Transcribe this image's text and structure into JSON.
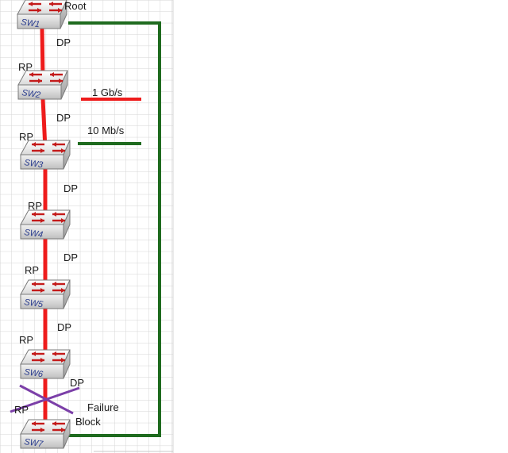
{
  "switches": [
    {
      "id": "sw1",
      "name": "SW1",
      "upper": "",
      "lower": "DP"
    },
    {
      "id": "sw2",
      "name": "SW2",
      "upper": "RP",
      "lower": "DP"
    },
    {
      "id": "sw3",
      "name": "SW3",
      "upper": "RP",
      "lower": "DP"
    },
    {
      "id": "sw4",
      "name": "SW4",
      "upper": "RP",
      "lower": "DP"
    },
    {
      "id": "sw5",
      "name": "SW5",
      "upper": "RP",
      "lower": "DP"
    },
    {
      "id": "sw6",
      "name": "SW6",
      "upper": "RP",
      "lower": "DP"
    },
    {
      "id": "sw7",
      "name": "SW7",
      "upper": "RP",
      "lower": ""
    }
  ],
  "labels": {
    "root": "Root",
    "failure": "Failure",
    "block": "Block"
  },
  "legend": [
    {
      "label": "1 Gb/s",
      "color": "#ee1c1c"
    },
    {
      "label": "10 Mb/s",
      "color": "#1f6b1f"
    }
  ],
  "colors": {
    "fast_link": "#ee1c1c",
    "slow_link": "#1f6b1f",
    "failure_mark": "#7b3fa8",
    "grid": "#d6d6d6",
    "switch_arrow": "#c41a1a"
  }
}
